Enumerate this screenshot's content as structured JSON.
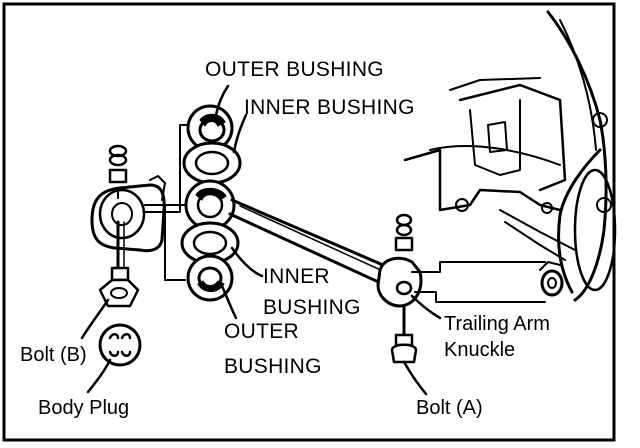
{
  "labels": {
    "outer_bushing_top": "OUTER BUSHING",
    "inner_bushing_top": "INNER BUSHING",
    "inner_bushing_bottom_1": "INNER",
    "inner_bushing_bottom_2": "BUSHING",
    "outer_bushing_bottom_1": "OUTER",
    "outer_bushing_bottom_2": "BUSHING",
    "trailing_arm": "Trailing Arm",
    "knuckle": "Knuckle",
    "bolt_b": "Bolt (B)",
    "body_plug": "Body Plug",
    "bolt_a": "Bolt (A)"
  }
}
